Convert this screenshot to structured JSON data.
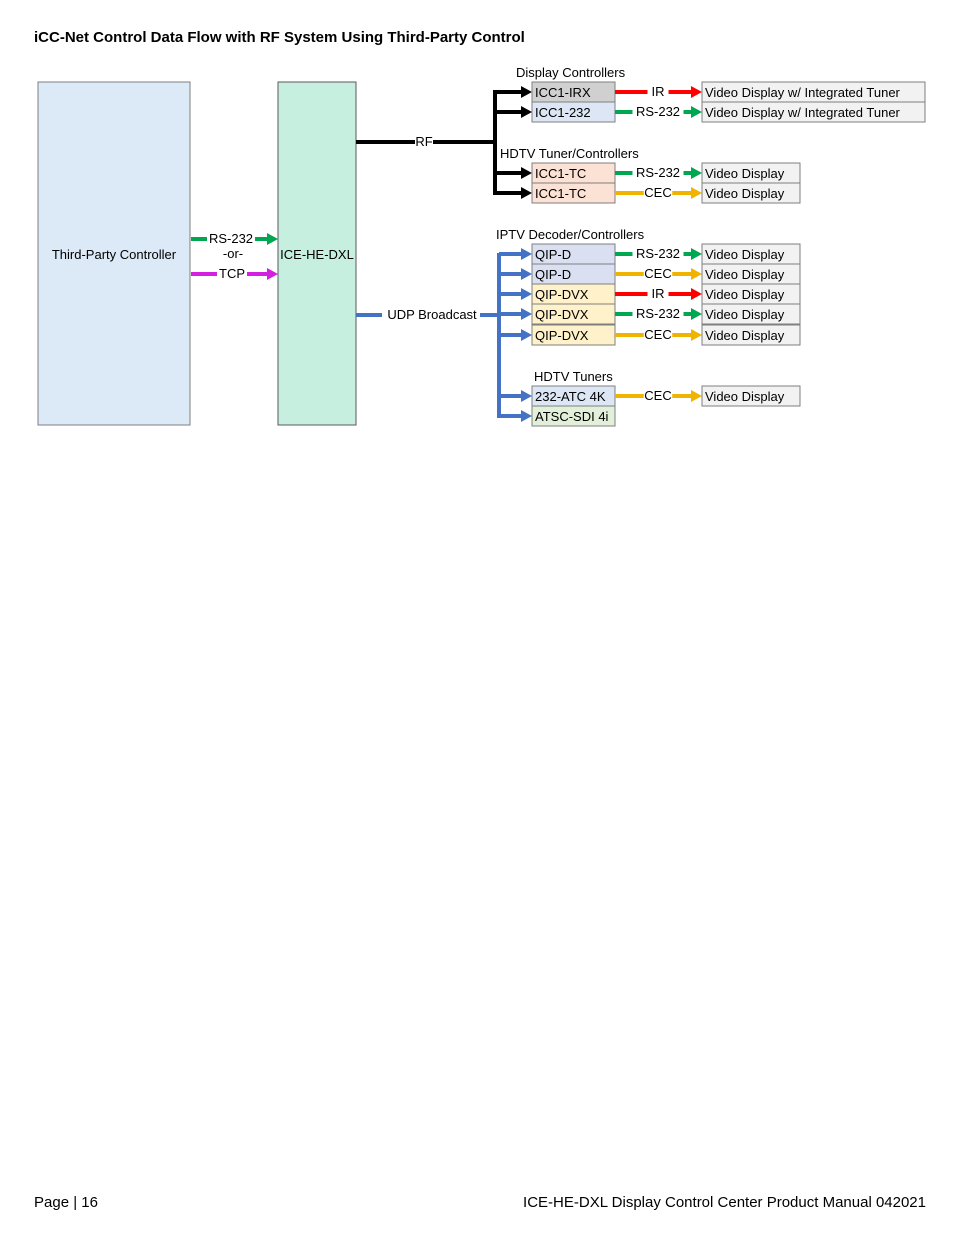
{
  "title": "iCC-Net Control Data Flow with RF System Using Third-Party Control",
  "footer": {
    "left": "Page | 16",
    "right": "ICE-HE-DXL Display Control Center Product Manual 042021"
  },
  "diagram": {
    "controller": "Third-Party Controller",
    "hub": "ICE-HE-DXL",
    "link_rs232": "RS-232",
    "link_or": "-or-",
    "link_tcp": "TCP",
    "rf_label": "RF",
    "udp_label": "UDP Broadcast",
    "colors": {
      "rs232": "#00a650",
      "ir": "#ff0000",
      "cec": "#f0b400",
      "tcp": "#d21fe0",
      "udp": "#4472c4",
      "rf": "#000000",
      "controller_fill": "#dce9f7",
      "hub_fill": "#c7efe0"
    },
    "groups": {
      "display_controllers": {
        "heading": "Display Controllers",
        "items": [
          {
            "device": "ICC1-IRX",
            "protocol": "IR",
            "target": "Video Display w/ Integrated Tuner",
            "fill": "#d0d0d0",
            "color": "#ff0000"
          },
          {
            "device": "ICC1-232",
            "protocol": "RS-232",
            "target": "Video Display w/ Integrated Tuner",
            "fill": "#dce6f4",
            "color": "#00a650"
          }
        ]
      },
      "hdtv_tuner_controllers": {
        "heading": "HDTV Tuner/Controllers",
        "items": [
          {
            "device": "ICC1-TC",
            "protocol": "RS-232",
            "target": "Video Display",
            "fill": "#fbe2d5",
            "color": "#00a650"
          },
          {
            "device": "ICC1-TC",
            "protocol": "CEC",
            "target": "Video Display",
            "fill": "#fbe2d5",
            "color": "#f0b400"
          }
        ]
      },
      "iptv_decoder_controllers": {
        "heading": "IPTV Decoder/Controllers",
        "items": [
          {
            "device": "QIP-D",
            "protocol": "RS-232",
            "target": "Video Display",
            "fill": "#dae0f2",
            "color": "#00a650"
          },
          {
            "device": "QIP-D",
            "protocol": "CEC",
            "target": "Video Display",
            "fill": "#dae0f2",
            "color": "#f0b400"
          },
          {
            "device": "QIP-DVX",
            "protocol": "IR",
            "target": "Video Display",
            "fill": "#fff1c9",
            "color": "#ff0000"
          },
          {
            "device": "QIP-DVX",
            "protocol": "RS-232",
            "target": "Video Display",
            "fill": "#fff1c9",
            "color": "#00a650"
          },
          {
            "device": "QIP-DVX",
            "protocol": "CEC",
            "target": "Video Display",
            "fill": "#fff1c9",
            "color": "#f0b400"
          }
        ]
      },
      "hdtv_tuners": {
        "heading": "HDTV Tuners",
        "items": [
          {
            "device": "232-ATC 4K",
            "protocol": "CEC",
            "target": "Video Display",
            "fill": "#dce6f4",
            "color": "#f0b400"
          },
          {
            "device": "ATSC-SDI 4i",
            "protocol": "",
            "target": "",
            "fill": "#e2efd9",
            "color": ""
          }
        ]
      }
    }
  }
}
